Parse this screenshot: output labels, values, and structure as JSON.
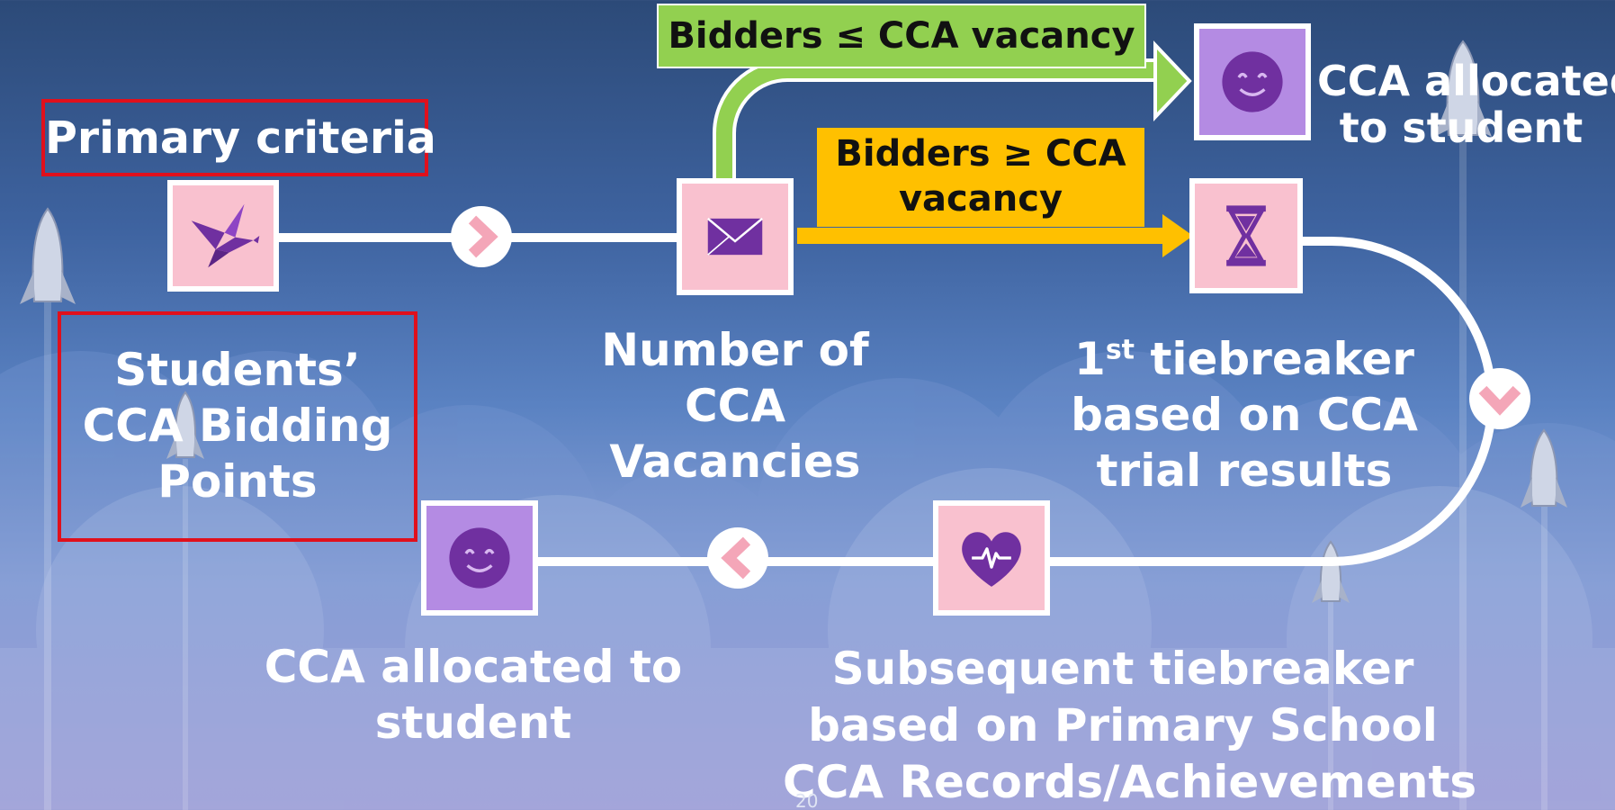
{
  "colors": {
    "node_pink": "#f9c1cf",
    "node_purple": "#b48be3",
    "icon_purple": "#7030a0",
    "connector": "#ffffff",
    "chevron": "#f4a6b8",
    "green_arrow": "#92d050",
    "yellow_arrow": "#ffc000",
    "highlight_box": "#e0101c"
  },
  "diagram": {
    "primary_label": "Primary criteria",
    "nodes": [
      {
        "id": "points",
        "icon": "origami-bird-icon",
        "label": [
          "Students’",
          "CCA Bidding",
          "Points"
        ]
      },
      {
        "id": "vacancies",
        "icon": "envelope-icon",
        "label": [
          "Number of",
          "CCA",
          "Vacancies"
        ]
      },
      {
        "id": "allocated-top",
        "icon": "smiley-icon",
        "label": [
          "CCA allocated",
          "to student"
        ]
      },
      {
        "id": "tiebreaker1",
        "icon": "hourglass-icon",
        "label_prefix": "1",
        "label_sup": "st",
        "label_first_rest": " tiebreaker",
        "label": [
          "based on CCA",
          "trial results"
        ]
      },
      {
        "id": "tiebreaker2",
        "icon": "heart-pulse-icon",
        "label": [
          "Subsequent tiebreaker",
          "based on Primary School",
          "CCA Records/Achievements"
        ]
      },
      {
        "id": "allocated-bottom",
        "icon": "smiley-icon",
        "label": [
          "CCA allocated to",
          "student"
        ]
      }
    ],
    "branches": {
      "green_label": "Bidders ≤ CCA vacancy",
      "yellow_label": [
        "Bidders ≥ CCA",
        "vacancy"
      ]
    },
    "page_number": "20"
  }
}
